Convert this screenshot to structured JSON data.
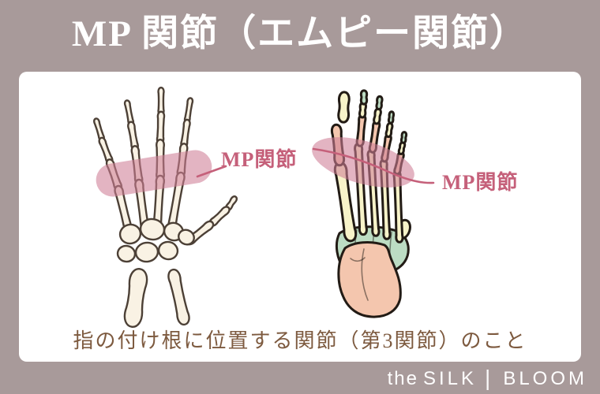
{
  "title": "MP 関節（エムピー関節）",
  "caption": "指の付け根に位置する関節（第3関節）のこと",
  "hand_mp_label": "MP関節",
  "foot_mp_label": "MP関節",
  "brand": {
    "prefix": "the",
    "word1": "SILK",
    "divider": "|",
    "word2": "BLOOM"
  },
  "colors": {
    "bg": "#a89a9a",
    "card": "#ffffff",
    "title_text": "#ffffff",
    "caption_text": "#7d5a3f",
    "mp_label": "#c5607a",
    "band": "#cf7d96",
    "bone_fill": "#f9f2e4",
    "bone_outline": "#4c4036",
    "foot_yellow": "#f7f3c9",
    "foot_green": "#bcdcc3",
    "foot_pink": "#f4c6ae",
    "foot_outline": "#221b15",
    "brand_text": "#ffffff"
  }
}
